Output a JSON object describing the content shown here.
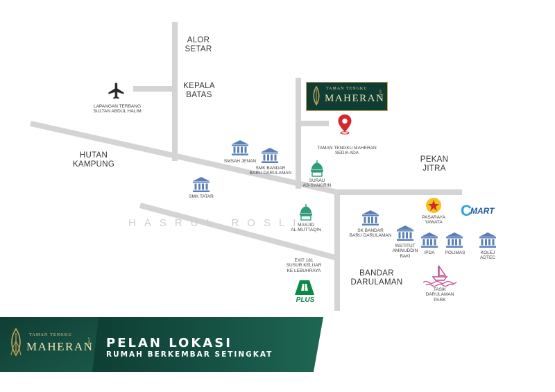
{
  "places": {
    "alor_setar": "ALOR\nSETAR",
    "kepala_batas": "KEPALA\nBATAS",
    "hutan_kampung": "HUTAN\nKAMPUNG",
    "pekan_jitra": "PEKAN\nJITRA",
    "bandar_darulaman": "BANDAR\nDARULAMAN"
  },
  "landmarks": {
    "airport": "LAPANGAN TERBANG\nSULTAN ABDUL HALIM",
    "taman_tengku": "TAMAN TENGKU MAHERAN\nSEDIA ADA",
    "smsah_jenan": "SMSAH JENAN",
    "smk_bandar": "SMK BANDAR\nBARU DARULAMAN",
    "surau": "SURAU\nAS-SYAKIRIN",
    "smk_tatar": "SMK TATAR",
    "masjid": "MASJID\nAL-MUTTAQIN",
    "sk_bandar": "SK BANDAR\nBARU DARULAMAN",
    "institut": "INSTITUT\nAMINUDDIN\nBAKI",
    "ipda": "IPDA",
    "polimas": "POLIMAS",
    "kolej": "KOLEJ\nADTEC",
    "pasaraya": "PASARAYA\nYAWATA",
    "tasik": "TASIK\nDARULAMAN\nPARK",
    "exit": "EXIT 181\nSUSUR KELUAR\nKE LEBUHRAYA"
  },
  "logos": {
    "brand_small": "TAMAN TENGKU",
    "brand_big": "MAHERAN",
    "brand_side": "JITRA",
    "plus": "PLUS",
    "cmart": "MART",
    "cmart_c": "C"
  },
  "watermark": "HASRUL ROSLI",
  "banner": {
    "title": "PELAN LOKASI",
    "subtitle": "RUMAH BERKEMBAR SETINGKAT"
  },
  "colors": {
    "road": "#d4d4d4",
    "school_icon": "#5b80b8",
    "mosque_icon": "#2e9e78",
    "pin": "#d7262a",
    "banner_dark": "#0d3a31",
    "banner_mid": "#1b5a4a",
    "gold": "#c9a65a",
    "plus_green": "#0a8a43"
  }
}
